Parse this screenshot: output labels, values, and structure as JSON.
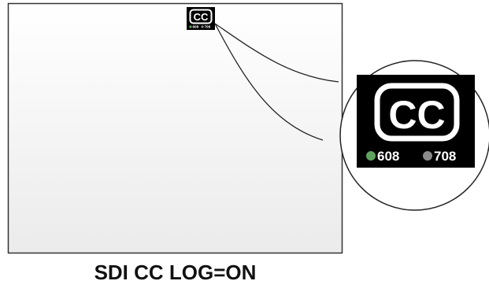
{
  "caption": "SDI CC LOG=ON",
  "badge": {
    "label": "CC",
    "indicators": [
      {
        "label": "608",
        "dot_color": "#5fa35f"
      },
      {
        "label": "708",
        "dot_color": "#8a8a8a"
      }
    ]
  },
  "colors": {
    "screen_border": "#333333",
    "screen_fill_top": "#ffffff",
    "screen_fill_bottom": "#ececec",
    "badge_background": "#000000",
    "badge_text": "#ffffff"
  }
}
